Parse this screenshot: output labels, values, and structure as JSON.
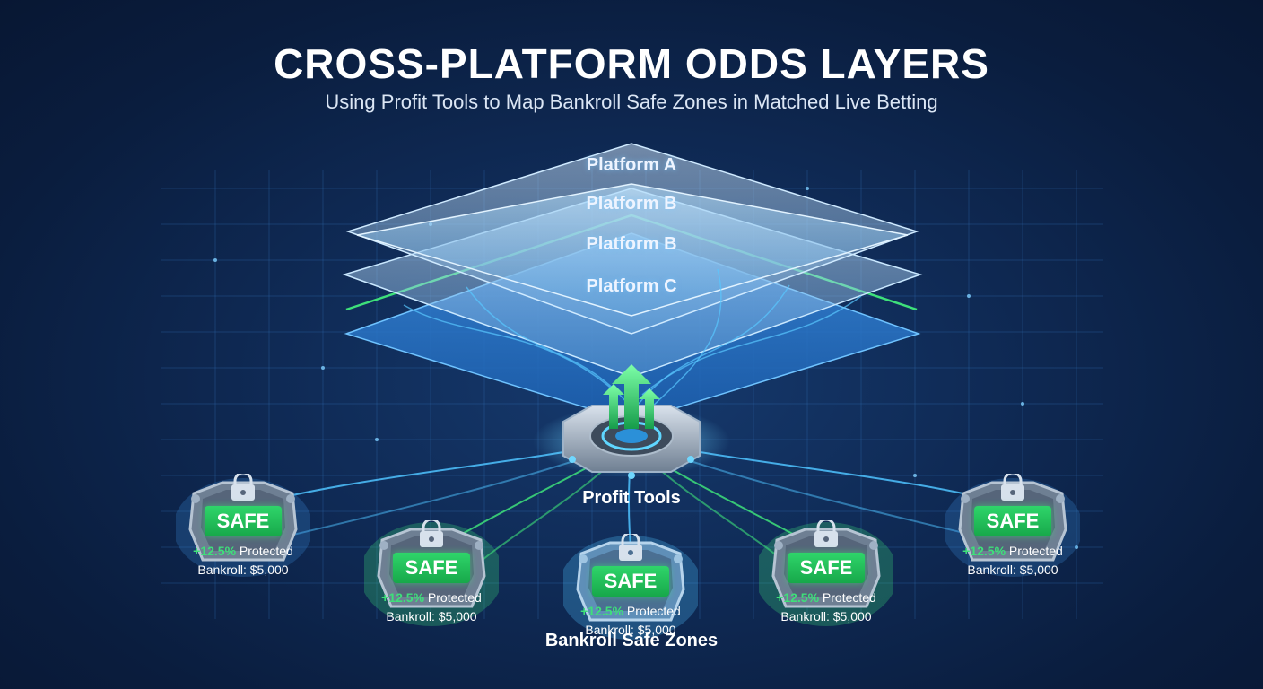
{
  "header": {
    "title": "CROSS-PLATFORM ODDS LAYERS",
    "subtitle": "Using Profit Tools to Map Bankroll Safe Zones in Matched Live Betting"
  },
  "layers": [
    {
      "label": "Platform A"
    },
    {
      "label": "Platform B"
    },
    {
      "label": "Platform B"
    },
    {
      "label": "Platform C"
    }
  ],
  "hub": {
    "label": "Profit Tools",
    "icon": "gear-with-up-arrows-icon"
  },
  "zones_label": "Bankroll Safe Zones",
  "zones": [
    {
      "badge": "SAFE",
      "gain": "+12.5%",
      "status": "Protected",
      "bankroll": "Bankroll: $5,000",
      "glow": "blue"
    },
    {
      "badge": "SAFE",
      "gain": "+12.5%",
      "status": "Protected",
      "bankroll": "Bankroll: $5,000",
      "glow": "green"
    },
    {
      "badge": "SAFE",
      "gain": "+12.5%",
      "status": "Protected",
      "bankroll": "Bankroll: $5,000",
      "glow": "blue"
    },
    {
      "badge": "SAFE",
      "gain": "+12.5%",
      "status": "Protected",
      "bankroll": "Bankroll: $5,000",
      "glow": "green"
    },
    {
      "badge": "SAFE",
      "gain": "+12.5%",
      "status": "Protected",
      "bankroll": "Bankroll: $5,000",
      "glow": "blue"
    }
  ],
  "colors": {
    "accent_green": "#3ee07a",
    "accent_blue": "#4fc3ff",
    "background": "#0f2a55"
  }
}
